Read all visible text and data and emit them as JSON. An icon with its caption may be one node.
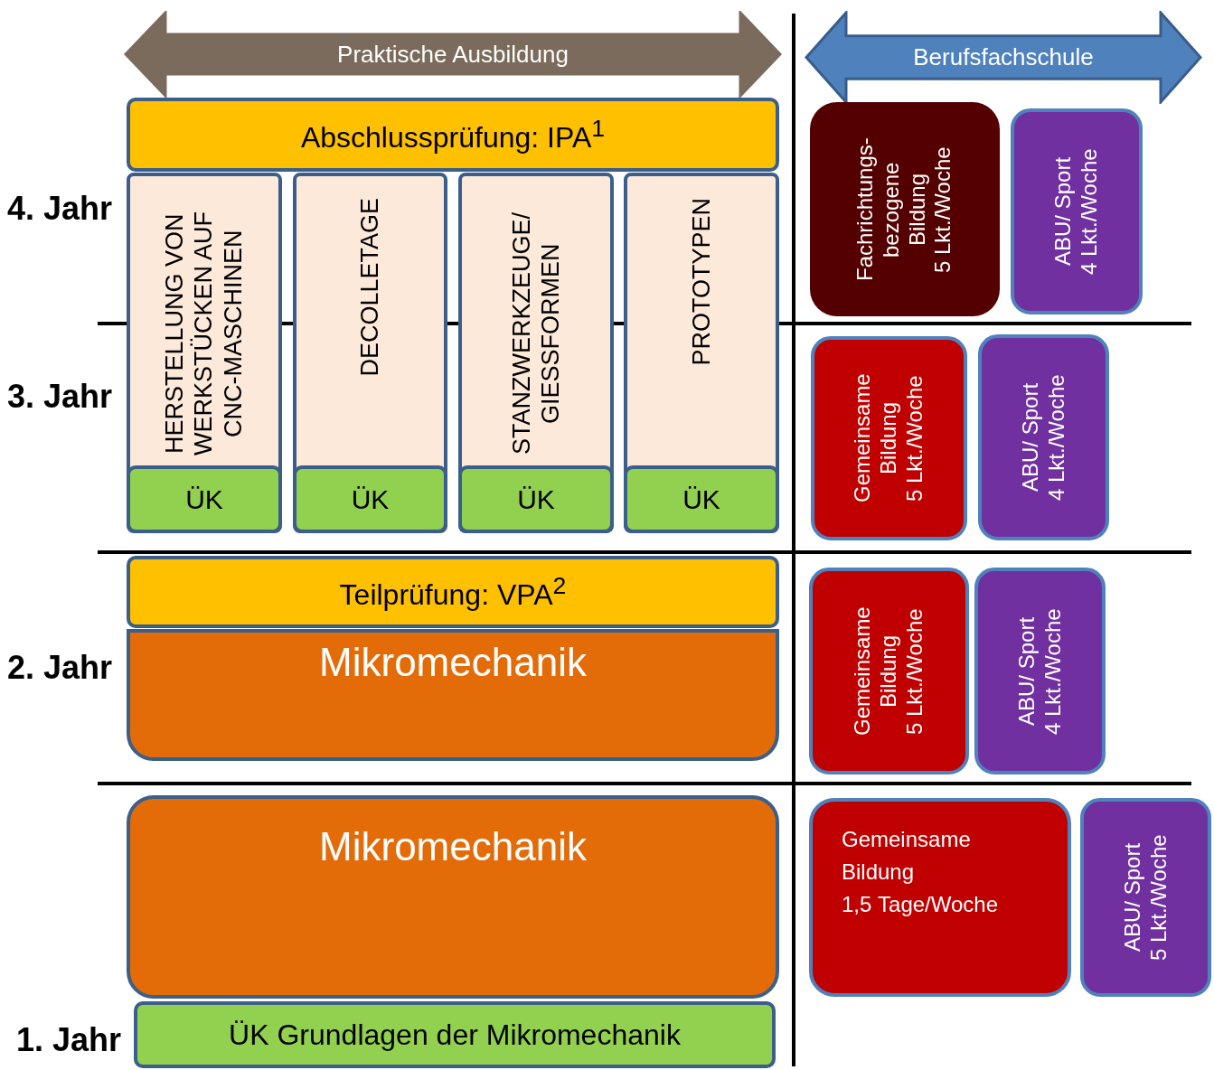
{
  "diagram": {
    "nodes": [
      {
        "text": [
          "Praktische Ausbildung"
        ]
      },
      {
        "text": [
          "Berufsfachschule"
        ]
      },
      {
        "text": [
          "Abschlussprüfung: IPA$^{1}$"
        ]
      },
      {
        "text": [
          "HERSTELLUNG VON WERKSTÜCKEN AUF CNC-MASCHINEN"
        ]
      },
      {
        "text": [
          "ÜK"
        ],
        "in": 3
      },
      {
        "text": [
          "DECOLLETAGE"
        ]
      },
      {
        "text": [
          "ÜK"
        ],
        "in": 5
      },
      {
        "text": [
          "STANZWERKZEUGE/ GIESSFORMEN"
        ]
      },
      {
        "text": [
          "ÜK"
        ],
        "in": 7
      },
      {
        "text": [
          "PROTOTYPEN"
        ]
      },
      {
        "text": [
          "ÜK"
        ],
        "in": 9
      },
      {
        "text": [
          "Fachrichtungs- bezogene Bildung 5 Lkt./Woche"
        ]
      },
      {
        "text": [
          "ABU/ Sport 4 Lkt./Woche"
        ]
      },
      {
        "text": [
          "Gemeinsame Bildung 5 Lkt./Woche"
        ]
      },
      {
        "text": [
          "ABU/ Sport 4 Lkt./Woche"
        ]
      },
      {
        "text": [
          "Teilprüfung: VPA$^{2}$"
        ]
      },
      {
        "text": [
          "Mikromechanik"
        ]
      },
      {
        "text": [
          "Gemeinsame Bildung 5 Lkt./Woche"
        ]
      },
      {
        "text": [
          "ABU/ Sport 4 Lkt./Woche"
        ]
      },
      {
        "text": [
          "Mikromechanik"
        ]
      },
      {
        "text": [
          "Gemeinsame Bildung 1,5 Tage/Woche"
        ]
      },
      {
        "text": [
          "ABU/ Sport 5 Lkt./Woche"
        ]
      },
      {
        "text": [
          "ÜK Grundlagen der Mikromechanik"
        ]
      }
    ],
    "labels": [
      "4. Jahr",
      "3. Jahr",
      "2. Jahr",
      "1. Jahr"
    ]
  }
}
